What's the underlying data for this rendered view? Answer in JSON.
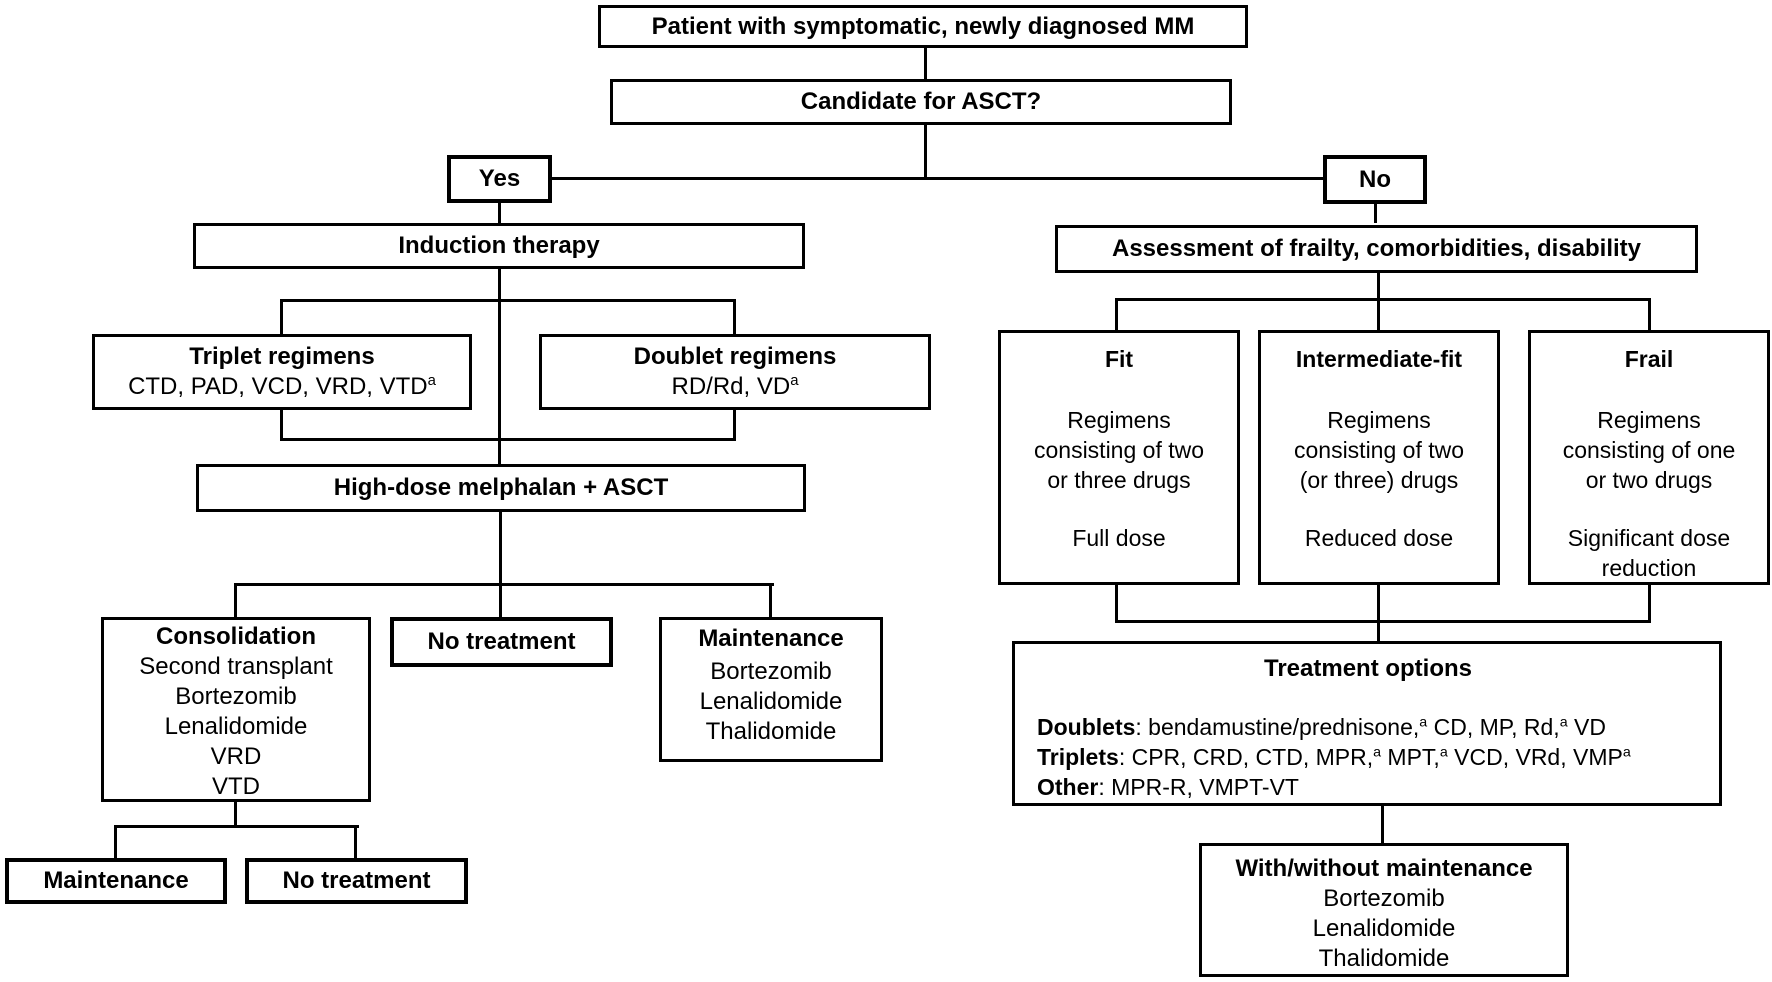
{
  "colors": {
    "background": "#ffffff",
    "line": "#000000",
    "text": "#000000",
    "box_fill": "#ffffff"
  },
  "footnote_marker": "a",
  "nodes": {
    "patient": {
      "text": "Patient with symptomatic, newly diagnosed MM"
    },
    "candidate": {
      "text": "Candidate for ASCT?"
    },
    "yes": {
      "text": "Yes"
    },
    "no": {
      "text": "No"
    },
    "induction": {
      "text": "Induction therapy"
    },
    "assessment": {
      "text": "Assessment of frailty, comorbidities, disability"
    },
    "triplet": {
      "title": "Triplet regimens",
      "detail": "CTD, PAD, VCD, VRD, VTD^a"
    },
    "doublet": {
      "title": "Doublet regimens",
      "detail": "RD/Rd, VD^a"
    },
    "highdose": {
      "text": "High-dose melphalan + ASCT"
    },
    "consolidation": {
      "title": "Consolidation",
      "items": [
        "Second transplant",
        "Bortezomib",
        "Lenalidomide",
        "VRD",
        "VTD"
      ]
    },
    "no_treatment_post_asct": {
      "text": "No treatment"
    },
    "maintenance_post_asct": {
      "title": "Maintenance",
      "items": [
        "Bortezomib",
        "Lenalidomide",
        "Thalidomide"
      ]
    },
    "maintenance_post_consolidation": {
      "text": "Maintenance"
    },
    "no_treatment_post_consolidation": {
      "text": "No treatment"
    },
    "fit": {
      "title": "Fit",
      "body": [
        "Regimens",
        "consisting of two",
        "or three drugs"
      ],
      "dose": [
        "Full dose"
      ]
    },
    "intermediate_fit": {
      "title": "Intermediate-fit",
      "body": [
        "Regimens",
        "consisting of two",
        "(or three) drugs"
      ],
      "dose": [
        "Reduced dose"
      ]
    },
    "frail": {
      "title": "Frail",
      "body": [
        "Regimens",
        "consisting of one",
        "or two drugs"
      ],
      "dose": [
        "Significant dose",
        "reduction"
      ]
    },
    "treatment_options": {
      "title": "Treatment options",
      "rows": [
        {
          "label": "Doublets",
          "items": ": bendamustine/prednisone,^a CD, MP, Rd,^a VD"
        },
        {
          "label": "Triplets",
          "items": ": CPR, CRD, CTD, MPR,^a MPT,^a VCD, VRd, VMP^a"
        },
        {
          "label": "Other",
          "items": ": MPR-R, VMPT-VT"
        }
      ]
    },
    "with_without_maintenance": {
      "title": "With/without maintenance",
      "items": [
        "Bortezomib",
        "Lenalidomide",
        "Thalidomide"
      ]
    }
  }
}
